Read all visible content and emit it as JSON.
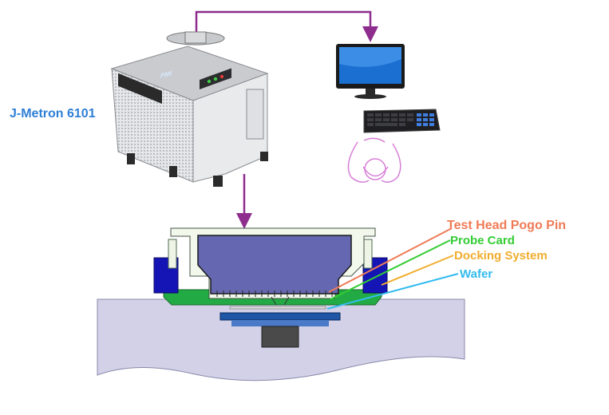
{
  "system_name": "J-Metron 6101",
  "tester_brand": "PMI",
  "callouts": [
    {
      "text": "Test Head Pogo Pin",
      "color": "#ef7b56"
    },
    {
      "text": "Probe Card",
      "color": "#33cc33"
    },
    {
      "text": "Docking System",
      "color": "#f0ad2d"
    },
    {
      "text": "Wafer",
      "color": "#33bbee"
    }
  ],
  "colors": {
    "connector": "#8e2d8e",
    "stage": "#d3d1e8",
    "test_head_body": "#6568b0",
    "docking_block": "#1515b5",
    "probe_card": "#22aa44",
    "chuck": "#1f55a5",
    "pedestal": "#4a4a4a",
    "operator_sketch": "#d67fd6"
  }
}
